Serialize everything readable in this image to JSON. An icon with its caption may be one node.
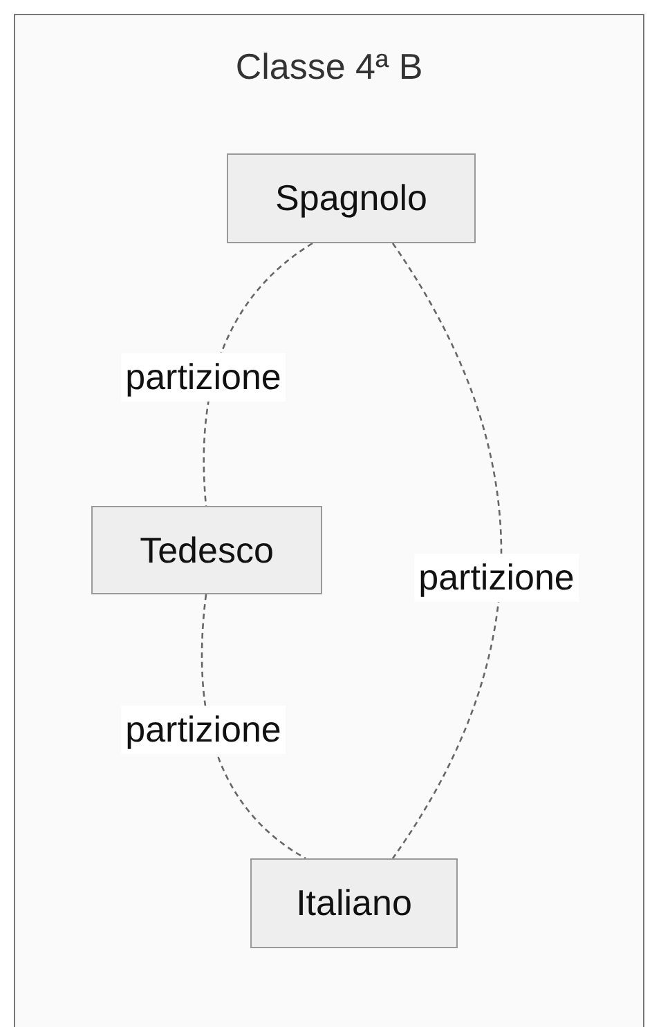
{
  "diagram": {
    "nodes": [
      {
        "text": [
          "Classe 4ª B"
        ]
      },
      {
        "text": [
          "Spagnolo"
        ],
        "in": 0
      },
      {
        "text": [
          "Tedesco"
        ],
        "in": 0
      },
      {
        "text": [
          "Italiano"
        ],
        "in": 0
      }
    ],
    "edges": [
      {
        "from": 1,
        "to": 2,
        "arrow": "none",
        "label": "partizione",
        "style": "dashed"
      },
      {
        "from": 1,
        "to": 3,
        "arrow": "none",
        "label": "partizione",
        "style": "dashed"
      },
      {
        "from": 2,
        "to": 3,
        "arrow": "none",
        "label": "partizione",
        "style": "dashed"
      }
    ]
  }
}
